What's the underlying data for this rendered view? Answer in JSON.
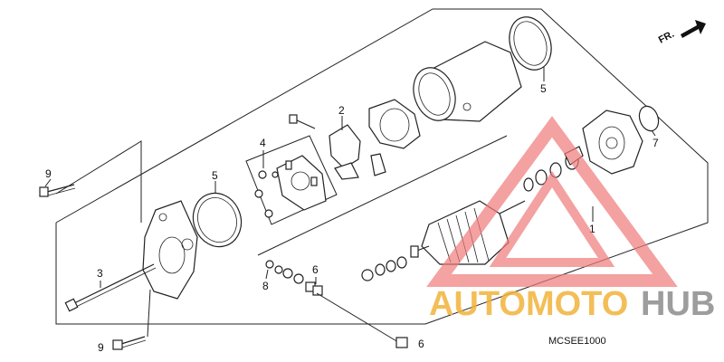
{
  "diagram": {
    "direction_label": "FR.",
    "code": "MCSEE1000",
    "callouts": [
      "1",
      "2",
      "3",
      "4",
      "5",
      "5",
      "6",
      "6",
      "7",
      "8",
      "9",
      "9"
    ]
  },
  "watermark": {
    "part_a": "AUTOMOTO",
    "part_b": "HUB",
    "color_a": "#f2b33a",
    "color_b": "#8c8c8c",
    "triangle_color": "#f07a7a"
  }
}
